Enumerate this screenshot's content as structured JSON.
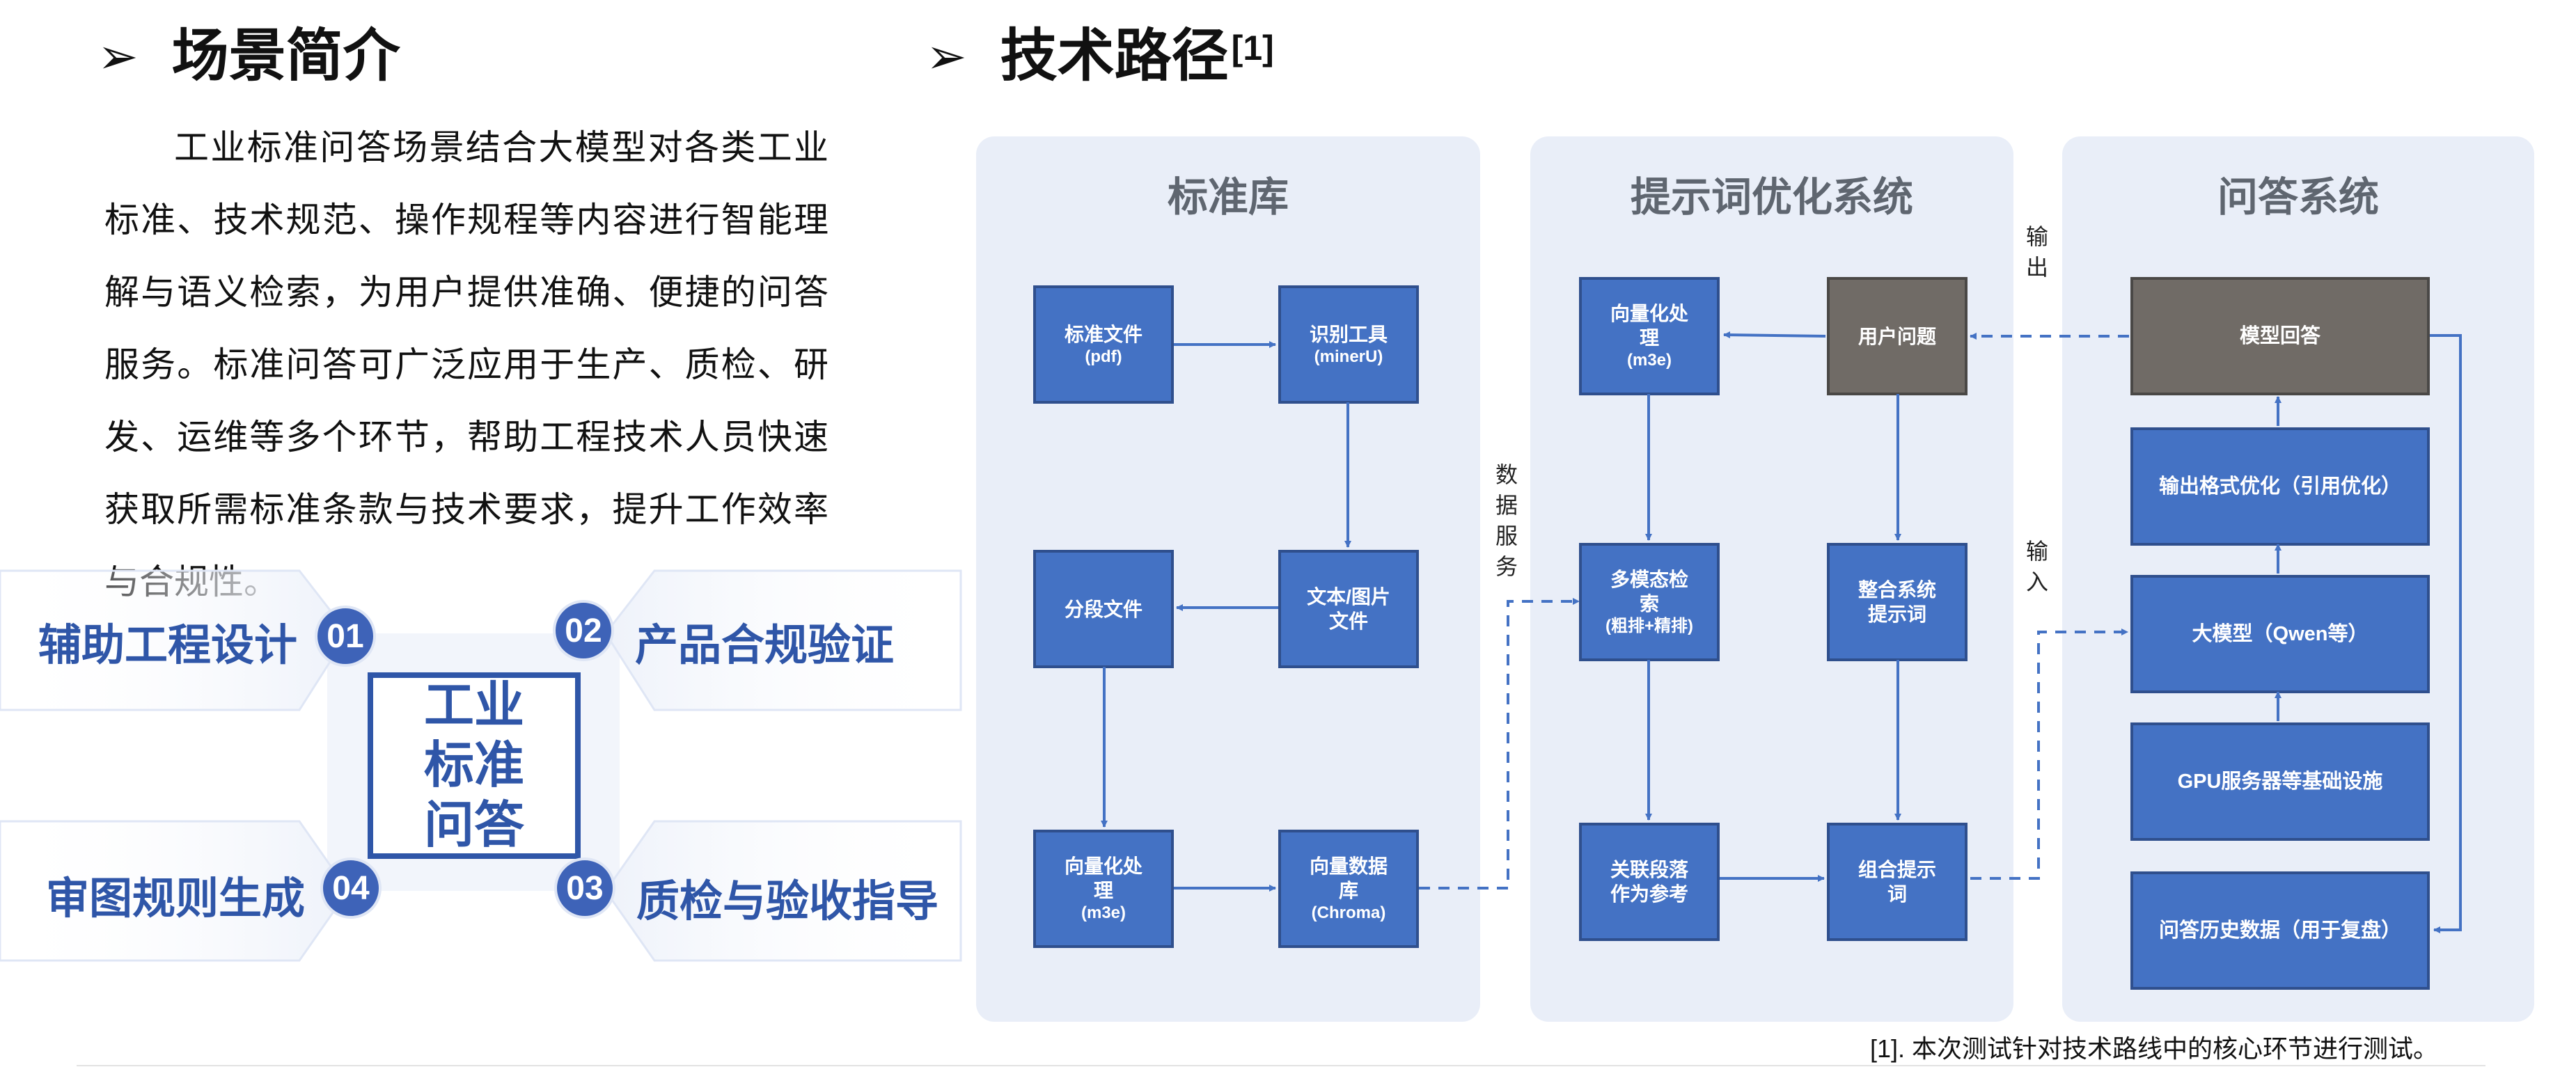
{
  "left_section": {
    "title": "场景简介",
    "intro": "工业标准问答场景结合大模型对各类工业标准、技术规范、操作规程等内容进行智能理解与语义检索，为用户提供准确、便捷的问答服务。标准问答可广泛应用于生产、质检、研发、运维等多个环节，帮助工程技术人员快速获取所需标准条款与技术要求，提升工作效率与合规性。",
    "center": "工业标准问答",
    "scenarios": [
      {
        "num": "01",
        "label": "辅助工程设计"
      },
      {
        "num": "02",
        "label": "产品合规验证"
      },
      {
        "num": "03",
        "label": "质检与验收指导"
      },
      {
        "num": "04",
        "label": "审图规则生成"
      }
    ]
  },
  "right_section": {
    "title": "技术路径",
    "ref": "[1]",
    "panels": {
      "standard_lib": "标准库",
      "prompt_opt": "提示词优化系统",
      "qa_system": "问答系统"
    },
    "nodes": {
      "std_file": {
        "l1": "标准文件",
        "l2": "(pdf)"
      },
      "recog_tool": {
        "l1": "识别工具",
        "l2": "(minerU)"
      },
      "text_img": {
        "l1": "文本/图片",
        "l2": "文件"
      },
      "segment": {
        "l1": "分段文件"
      },
      "vec_proc_a": {
        "l1": "向量化处",
        "l2": "理",
        "l3": "(m3e)"
      },
      "vec_db": {
        "l1": "向量数据",
        "l2": "库",
        "l3": "(Chroma)"
      },
      "vec_proc_b": {
        "l1": "向量化处",
        "l2": "理",
        "l3": "(m3e)"
      },
      "user_q": {
        "l1": "用户问题"
      },
      "multimodal": {
        "l1": "多模态检",
        "l2": "索",
        "l3": "(粗排+精排)"
      },
      "integrate": {
        "l1": "整合系统",
        "l2": "提示词"
      },
      "related": {
        "l1": "关联段落",
        "l2": "作为参考"
      },
      "combine": {
        "l1": "组合提示",
        "l2": "词"
      },
      "model_answer": {
        "l1": "模型回答"
      },
      "output_fmt": {
        "l1": "输出格式优化（引用优化）"
      },
      "llm": {
        "l1": "大模型（Qwen等）"
      },
      "gpu": {
        "l1": "GPU服务器等基础设施"
      },
      "history": {
        "l1": "问答历史数据（用于复盘）"
      }
    },
    "side_labels": {
      "data_service": "数据服务",
      "output": "输出",
      "input": "输入"
    },
    "footnote": "[1]. 本次测试针对技术路线中的核心环节进行测试。"
  },
  "colors": {
    "node_blue": "#4472c4",
    "node_gray": "#706b66",
    "panel_bg": "#e9eef8",
    "accent": "#2f56a8"
  }
}
